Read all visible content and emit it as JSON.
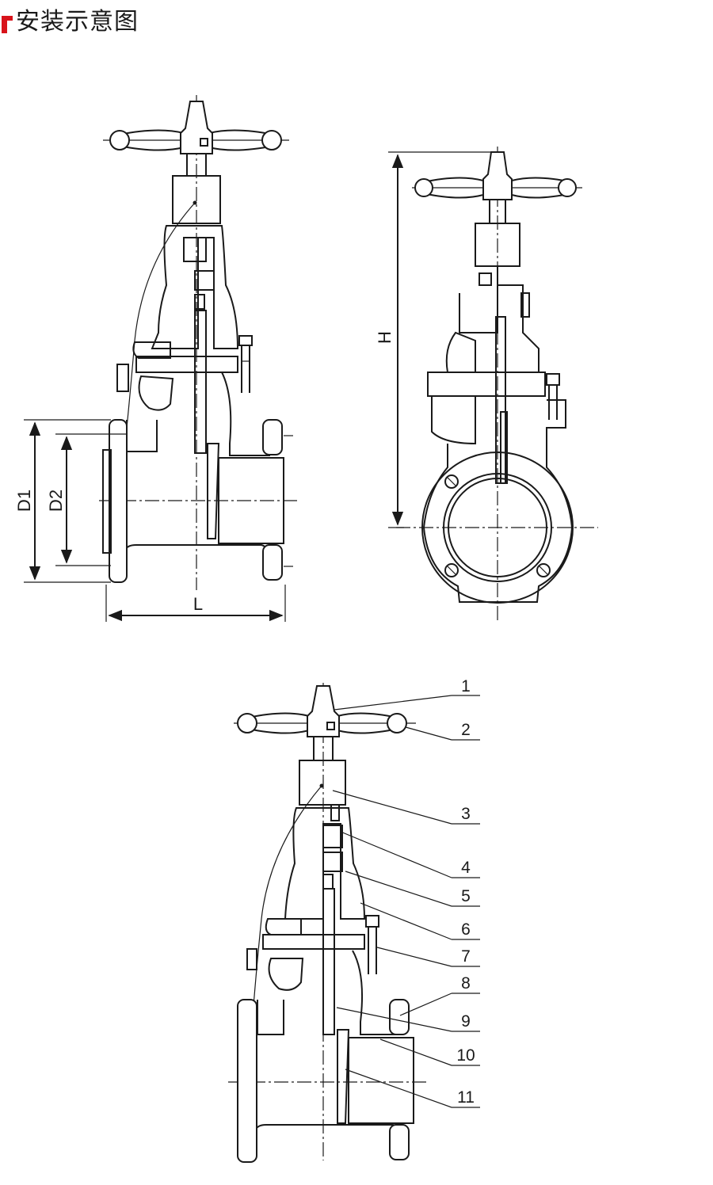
{
  "header": {
    "title": "安装示意图",
    "accent_color": "#d8131b"
  },
  "dimensions": {
    "d1": "D1",
    "d2": "D2",
    "l": "L",
    "h": "H"
  },
  "callouts": [
    "1",
    "2",
    "3",
    "4",
    "5",
    "6",
    "7",
    "8",
    "9",
    "10",
    "11"
  ],
  "colors": {
    "line": "#1a1a1a",
    "background": "#ffffff"
  }
}
